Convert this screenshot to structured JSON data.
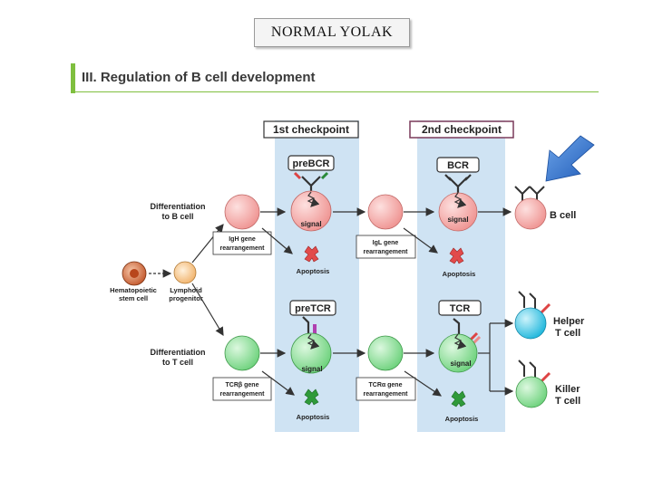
{
  "header": {
    "title": "NORMAL YOLAK"
  },
  "section": {
    "title": "III. Regulation of B cell development"
  },
  "checkpoints": {
    "first": "1st checkpoint",
    "second": "2nd checkpoint"
  },
  "receptors": {
    "prebcr": "preBCR",
    "bcr": "BCR",
    "pretcr": "preTCR",
    "tcr": "TCR"
  },
  "signal": "signal",
  "apoptosis": "Apoptosis",
  "start": {
    "stem_line1": "Hematopoietic",
    "stem_line2": "stem cell",
    "lymphoid_line1": "Lymphoid",
    "lymphoid_line2": "progenitor"
  },
  "differentiation": {
    "b_line1": "Differentiation",
    "b_line2": "to B cell",
    "t_line1": "Differentiation",
    "t_line2": "to T cell"
  },
  "rearrangement": {
    "igh_line1": "IgH gene",
    "igh_line2": "rearrangement",
    "igl_line1": "IgL gene",
    "igl_line2": "rearrangement",
    "tcrb_line1": "TCRβ gene",
    "tcrb_line2": "rearrangement",
    "tcra_line1": "TCRα gene",
    "tcra_line2": "rearrangement"
  },
  "outcomes": {
    "b_cell": "B cell",
    "helper_line1": "Helper",
    "helper_line2": "T cell",
    "killer_line1": "Killer",
    "killer_line2": "T cell"
  },
  "colors": {
    "checkpoint_band": "#cfe3f3",
    "b_cell": "#f2a6a4",
    "t_cell": "#8fe09a",
    "helper": "#38c5e6",
    "apoptosis_b": "#e24b4b",
    "apoptosis_t": "#2f9a3a",
    "arrow_blue": "#2f6fc7",
    "accent_green": "#7fbf3f"
  }
}
